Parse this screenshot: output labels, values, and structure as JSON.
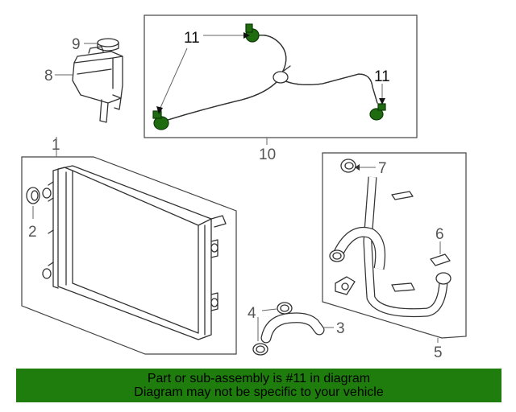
{
  "callouts": {
    "c1": "1",
    "c2": "2",
    "c3": "3",
    "c4": "4",
    "c5": "5",
    "c6": "6",
    "c7": "7",
    "c8": "8",
    "c9": "9",
    "c10": "10",
    "c11a": "11",
    "c11b": "11"
  },
  "highlight_color": "#1e7d0d",
  "banner": {
    "line1": "Part or sub-assembly is #11 in diagram",
    "line2": "Diagram may not be specific to your vehicle"
  }
}
